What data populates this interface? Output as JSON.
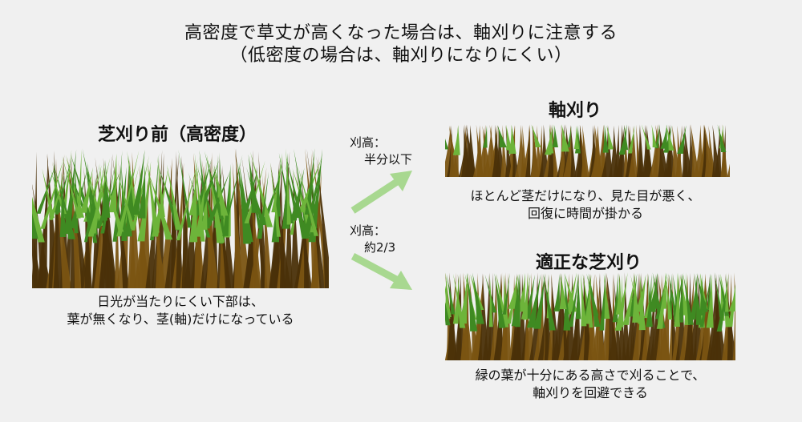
{
  "header": {
    "line1": "高密度で草丈が高くなった場合は、軸刈りに注意する",
    "line2": "（低密度の場合は、軸刈りになりにくい）"
  },
  "left": {
    "title": "芝刈り前（高密度）",
    "caption_line1": "日光が当たりにくい下部は、",
    "caption_line2": "葉が無くなり、茎(軸)だけになっている"
  },
  "arrow_upper": {
    "label_line1": "刈高：",
    "label_line2": "半分以下"
  },
  "arrow_lower": {
    "label_line1": "刈高：",
    "label_line2": "約2/3"
  },
  "right_top": {
    "title": "軸刈り",
    "caption_line1": "ほとんど茎だけになり、見た目が悪く、",
    "caption_line2": "回復に時間が掛かる"
  },
  "right_bottom": {
    "title": "適正な芝刈り",
    "caption_line1": "緑の葉が十分にある高さで刈ることで、",
    "caption_line2": "軸刈りを回避できる"
  },
  "colors": {
    "background": "#f0f0f0",
    "stem_brown": "#7a5412",
    "stem_dark": "#4a3008",
    "leaf_green": "#3f8a22",
    "leaf_light": "#6db43a",
    "arrow_green": "#a8d890"
  }
}
